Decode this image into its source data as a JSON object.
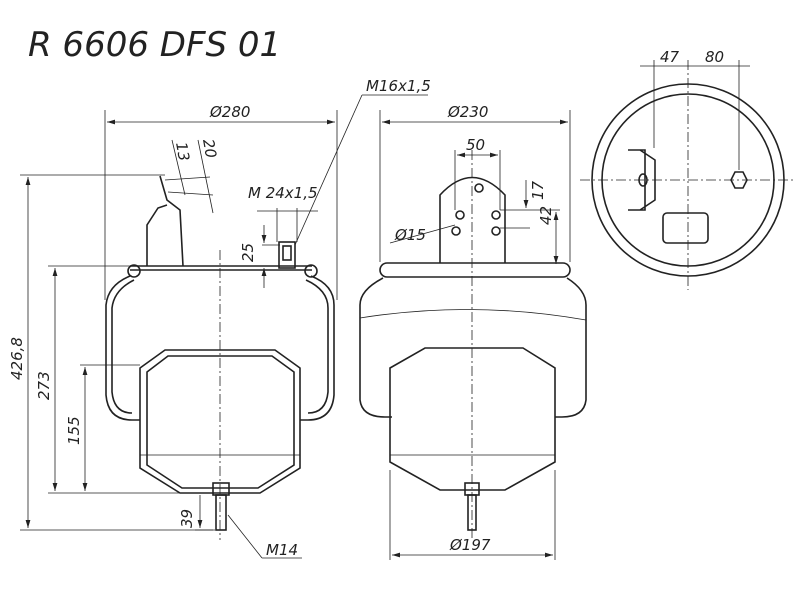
{
  "title": "R 6606 DFS 01",
  "dimensions": {
    "d280": "Ø280",
    "d230": "Ø230",
    "d197": "Ø197",
    "d15": "Ø15",
    "m16": "M16x1,5",
    "m24": "M 24x1,5",
    "m14": "M14",
    "h13": "13",
    "h20": "20",
    "h25": "25",
    "h426": "426,8",
    "h273": "273",
    "h155": "155",
    "h39": "39",
    "w50": "50",
    "h17": "17",
    "h42": "42",
    "w47": "47",
    "w80": "80"
  }
}
